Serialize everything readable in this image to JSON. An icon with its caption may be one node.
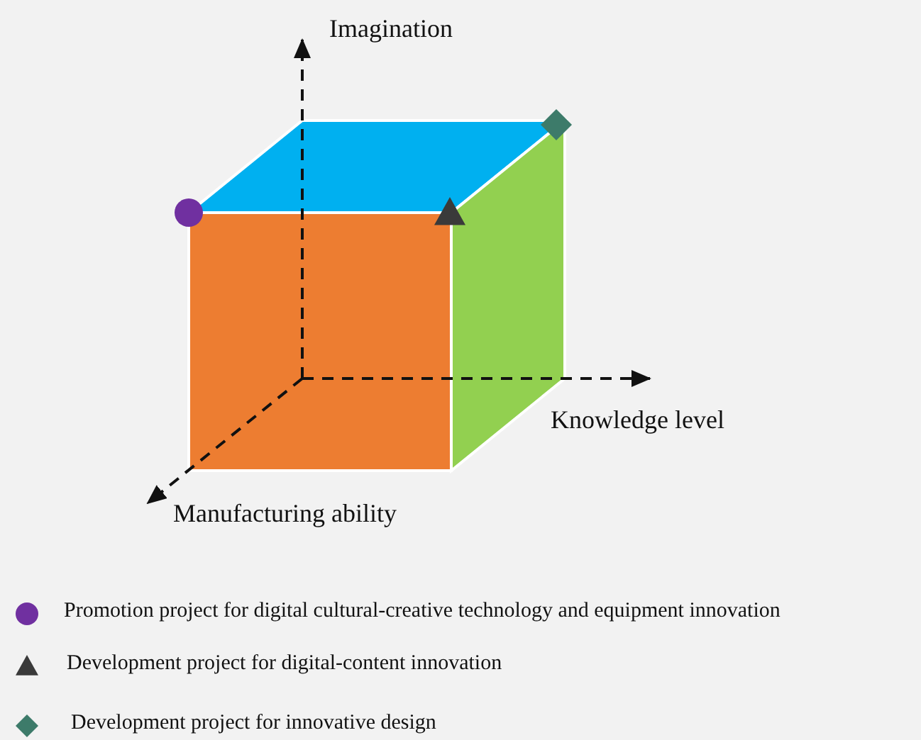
{
  "diagram": {
    "labels": [
      "Imagination",
      "Knowledge level",
      "Manufacturing ability"
    ],
    "legend": [
      {
        "text": "Promotion project for digital cultural-creative technology and equipment innovation"
      },
      {
        "text": "Development project for digital-content innovation"
      },
      {
        "text": "Development project for innovative design"
      }
    ]
  }
}
